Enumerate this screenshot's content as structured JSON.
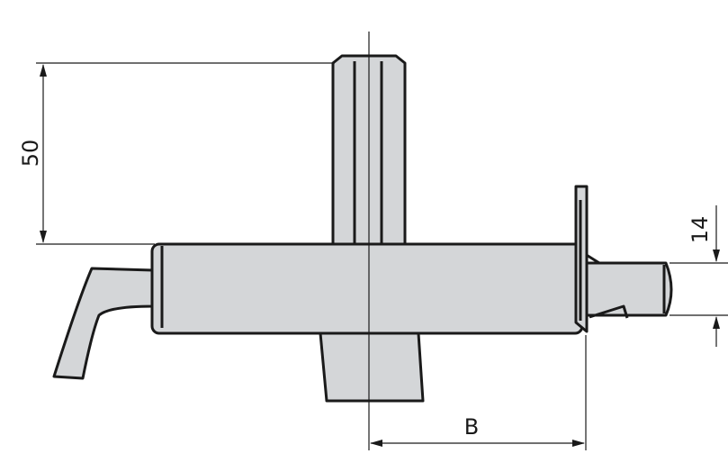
{
  "dimensions": {
    "height_label": "50",
    "width_label": "B",
    "diameter_label": "14"
  },
  "colors": {
    "part_fill": "#d4d6d8",
    "line": "#1a1a1a",
    "background": "#ffffff"
  }
}
